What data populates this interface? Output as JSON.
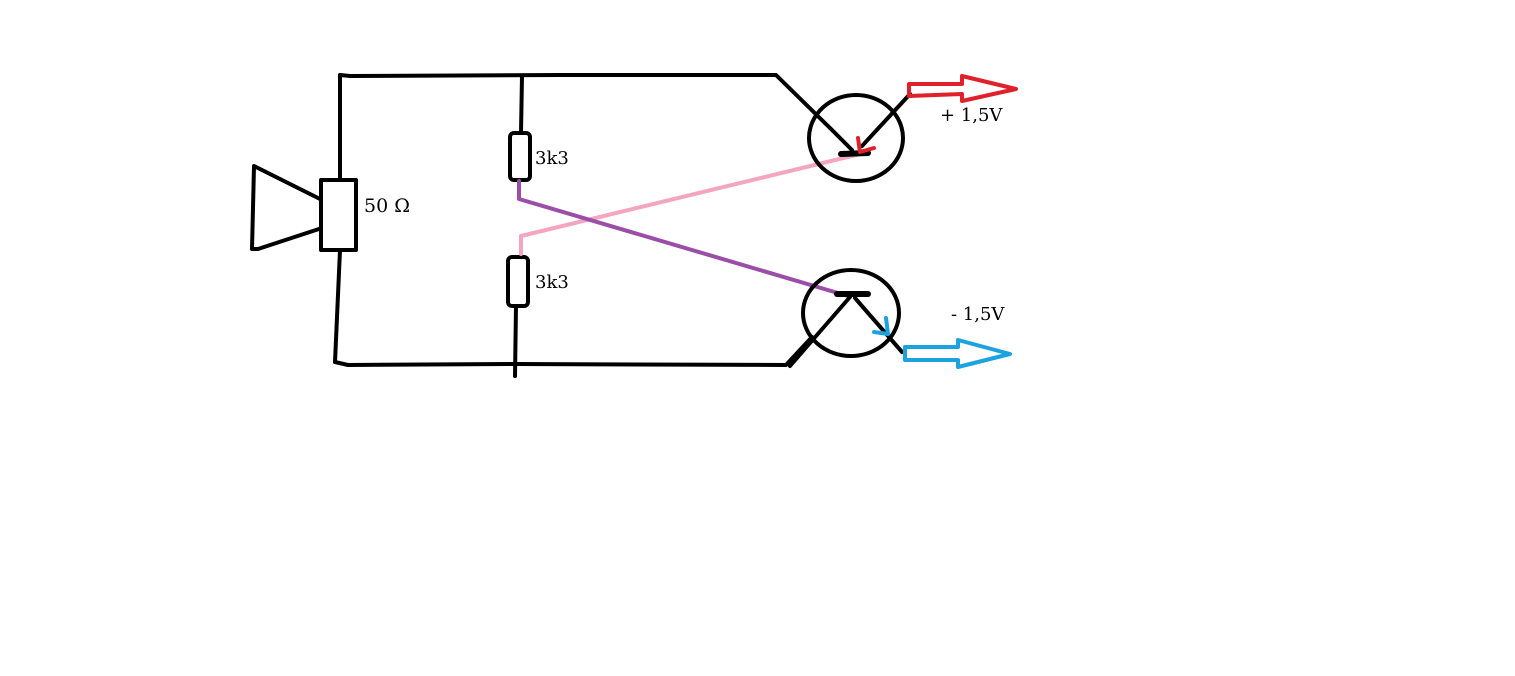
{
  "labels": {
    "speaker_resistance": "50 Ω",
    "resistor_top": "3k3",
    "resistor_bottom": "3k3",
    "positive_supply": "+ 1,5V",
    "negative_supply": "- 1,5V"
  },
  "colors": {
    "wire": "#000000",
    "positive_arrow": "#e0202a",
    "negative_arrow": "#1aa3e0",
    "cross_wire_pink": "#f4a6c0",
    "cross_wire_purple": "#9a4ea8"
  },
  "icons": {
    "speaker": "speaker-icon",
    "transistor_top": "transistor-icon",
    "transistor_bottom": "transistor-icon"
  }
}
